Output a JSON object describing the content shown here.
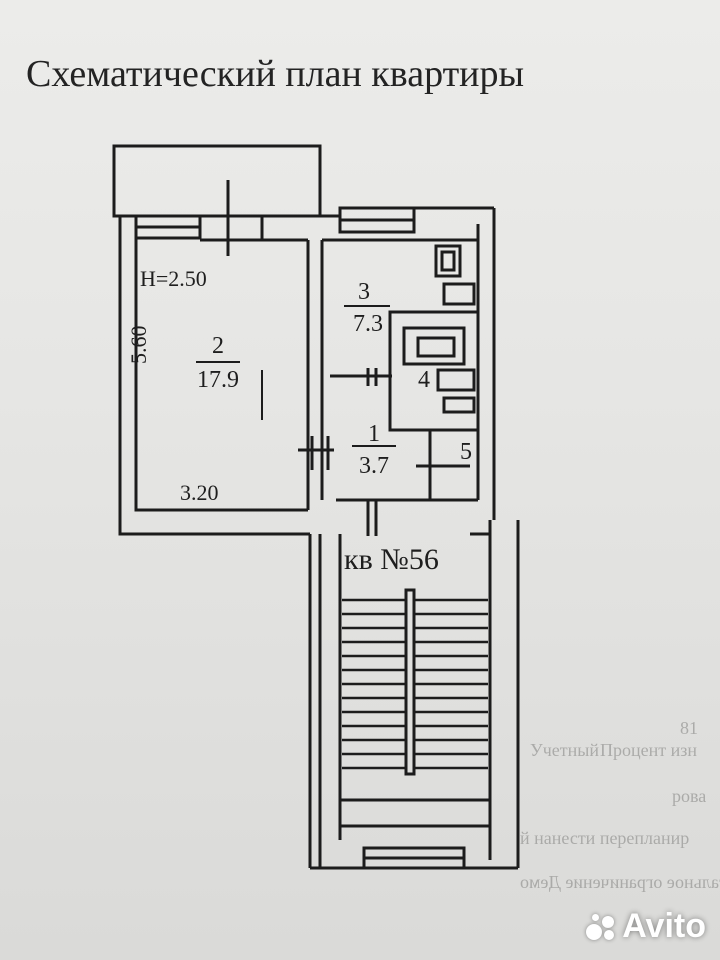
{
  "document": {
    "title": "Схематический план квартиры"
  },
  "plan": {
    "ceiling_height": "H=2.50",
    "dimension_vertical": "5.60",
    "dimension_horizontal": "3.20",
    "apartment_label": "кв №56",
    "rooms": [
      {
        "number": "1",
        "area": "3.7"
      },
      {
        "number": "2",
        "area": "17.9"
      },
      {
        "number": "3",
        "area": "7.3"
      },
      {
        "number": "4",
        "area": ""
      },
      {
        "number": "5",
        "area": ""
      }
    ]
  },
  "background_text": {
    "line1_left": "81",
    "line1_mid": "Учетный",
    "line1_right": "Процент изн",
    "line2": "рова",
    "line3": "й нанести перепланир",
    "line4": "Доброво. Ангорский Капитальное ограничение Демо"
  },
  "watermark": {
    "text": "Avito"
  },
  "colors": {
    "ink": "#1c1c1c",
    "paper": "#e6e6e4",
    "watermark": "#ffffff"
  }
}
